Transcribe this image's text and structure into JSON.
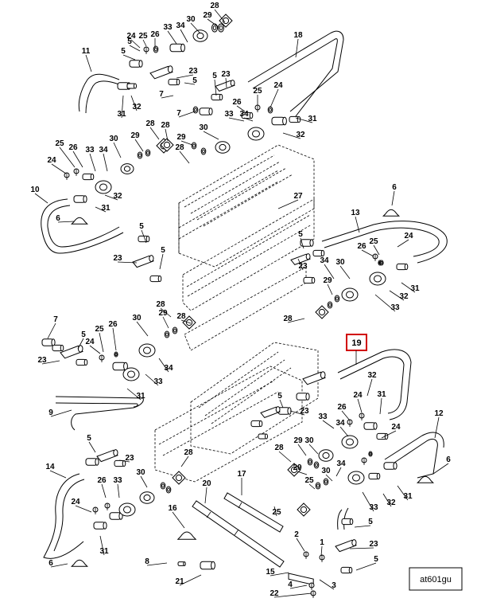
{
  "diagram": {
    "highlight_label": "19",
    "reference_code": "at601gu",
    "callouts": [
      {
        "id": "c-28a",
        "text": "28"
      },
      {
        "id": "c-29a",
        "text": "29"
      },
      {
        "id": "c-30a",
        "text": "30"
      },
      {
        "id": "c-33a",
        "text": "33"
      },
      {
        "id": "c-34a",
        "text": "34"
      },
      {
        "id": "c-5a",
        "text": "5"
      },
      {
        "id": "c-24a",
        "text": "24"
      },
      {
        "id": "c-25a",
        "text": "25"
      },
      {
        "id": "c-26a",
        "text": "26"
      },
      {
        "id": "c-11",
        "text": "11"
      },
      {
        "id": "c-18",
        "text": "18"
      },
      {
        "id": "c-23a",
        "text": "23"
      },
      {
        "id": "c-5b",
        "text": "5"
      },
      {
        "id": "c-7a",
        "text": "7"
      },
      {
        "id": "c-32a",
        "text": "32"
      },
      {
        "id": "c-31a",
        "text": "31"
      },
      {
        "id": "c-5c",
        "text": "5"
      },
      {
        "id": "c-23b",
        "text": "23"
      },
      {
        "id": "c-5d",
        "text": "5"
      },
      {
        "id": "c-24b",
        "text": "24"
      },
      {
        "id": "c-25b",
        "text": "25"
      },
      {
        "id": "c-7b",
        "text": "7"
      },
      {
        "id": "c-26b",
        "text": "26"
      },
      {
        "id": "c-33b",
        "text": "33"
      },
      {
        "id": "c-34b",
        "text": "34"
      },
      {
        "id": "c-31b",
        "text": "31"
      },
      {
        "id": "c-30b",
        "text": "30"
      },
      {
        "id": "c-32b",
        "text": "32"
      },
      {
        "id": "c-28b",
        "text": "28"
      },
      {
        "id": "c-29b",
        "text": "29"
      },
      {
        "id": "c-25c",
        "text": "25"
      },
      {
        "id": "c-26c",
        "text": "26"
      },
      {
        "id": "c-30c",
        "text": "30"
      },
      {
        "id": "c-29c",
        "text": "29"
      },
      {
        "id": "c-28c",
        "text": "28"
      },
      {
        "id": "c-34c",
        "text": "34"
      },
      {
        "id": "c-33c",
        "text": "33"
      },
      {
        "id": "c-24c",
        "text": "24"
      },
      {
        "id": "c-28d",
        "text": "28"
      },
      {
        "id": "c-10",
        "text": "10"
      },
      {
        "id": "c-32c",
        "text": "32"
      },
      {
        "id": "c-6a",
        "text": "6"
      },
      {
        "id": "c-31c",
        "text": "31"
      },
      {
        "id": "c-27",
        "text": "27"
      },
      {
        "id": "c-6b",
        "text": "6"
      },
      {
        "id": "c-13",
        "text": "13"
      },
      {
        "id": "c-5e",
        "text": "5"
      },
      {
        "id": "c-5f",
        "text": "5"
      },
      {
        "id": "c-24d",
        "text": "24"
      },
      {
        "id": "c-25d",
        "text": "25"
      },
      {
        "id": "c-26d",
        "text": "26"
      },
      {
        "id": "c-23c",
        "text": "23"
      },
      {
        "id": "c-5g",
        "text": "5"
      },
      {
        "id": "c-23d",
        "text": "23"
      },
      {
        "id": "c-30d",
        "text": "30"
      },
      {
        "id": "c-34d",
        "text": "34"
      },
      {
        "id": "c-29d",
        "text": "29"
      },
      {
        "id": "c-28e",
        "text": "28"
      },
      {
        "id": "c-31d",
        "text": "31"
      },
      {
        "id": "c-32d",
        "text": "32"
      },
      {
        "id": "c-33d",
        "text": "33"
      },
      {
        "id": "c-28f",
        "text": "28"
      },
      {
        "id": "c-28g",
        "text": "28"
      },
      {
        "id": "c-7c",
        "text": "7"
      },
      {
        "id": "c-5h",
        "text": "5"
      },
      {
        "id": "c-25e",
        "text": "25"
      },
      {
        "id": "c-26e",
        "text": "26"
      },
      {
        "id": "c-30e",
        "text": "30"
      },
      {
        "id": "c-29e",
        "text": "29"
      },
      {
        "id": "c-24e",
        "text": "24"
      },
      {
        "id": "c-23e",
        "text": "23"
      },
      {
        "id": "c-34e",
        "text": "34"
      },
      {
        "id": "c-33e",
        "text": "33"
      },
      {
        "id": "c-31e",
        "text": "31"
      },
      {
        "id": "c-9",
        "text": "9"
      },
      {
        "id": "c-32e",
        "text": "32"
      },
      {
        "id": "c-5i",
        "text": "5"
      },
      {
        "id": "c-23f",
        "text": "23"
      },
      {
        "id": "c-26f",
        "text": "26"
      },
      {
        "id": "c-24f",
        "text": "24"
      },
      {
        "id": "c-31f",
        "text": "31"
      },
      {
        "id": "c-33f",
        "text": "33"
      },
      {
        "id": "c-12",
        "text": "12"
      },
      {
        "id": "c-34f",
        "text": "34"
      },
      {
        "id": "c-30f",
        "text": "30"
      },
      {
        "id": "c-29f",
        "text": "29"
      },
      {
        "id": "c-24g",
        "text": "24"
      },
      {
        "id": "c-5j",
        "text": "5"
      },
      {
        "id": "c-23g",
        "text": "23"
      },
      {
        "id": "c-28h",
        "text": "28"
      },
      {
        "id": "c-14",
        "text": "14"
      },
      {
        "id": "c-6c",
        "text": "6"
      },
      {
        "id": "c-28i",
        "text": "28"
      },
      {
        "id": "c-29g",
        "text": "29"
      },
      {
        "id": "c-34g",
        "text": "34"
      },
      {
        "id": "c-30g",
        "text": "30"
      },
      {
        "id": "c-26g",
        "text": "26"
      },
      {
        "id": "c-33g",
        "text": "33"
      },
      {
        "id": "c-30h",
        "text": "30"
      },
      {
        "id": "c-20",
        "text": "20"
      },
      {
        "id": "c-17",
        "text": "17"
      },
      {
        "id": "c-24h",
        "text": "24"
      },
      {
        "id": "c-16",
        "text": "16"
      },
      {
        "id": "c-33h",
        "text": "33"
      },
      {
        "id": "c-32f",
        "text": "32"
      },
      {
        "id": "c-31g",
        "text": "31"
      },
      {
        "id": "c-5k",
        "text": "5"
      },
      {
        "id": "c-31h",
        "text": "31"
      },
      {
        "id": "c-6d",
        "text": "6"
      },
      {
        "id": "c-2",
        "text": "2"
      },
      {
        "id": "c-1",
        "text": "1"
      },
      {
        "id": "c-23h",
        "text": "23"
      },
      {
        "id": "c-5l",
        "text": "5"
      },
      {
        "id": "c-8",
        "text": "8"
      },
      {
        "id": "c-21",
        "text": "21"
      },
      {
        "id": "c-15",
        "text": "15"
      },
      {
        "id": "c-4",
        "text": "4"
      },
      {
        "id": "c-3",
        "text": "3"
      },
      {
        "id": "c-22",
        "text": "22"
      },
      {
        "id": "c-25f",
        "text": "25"
      },
      {
        "id": "c-25g",
        "text": "25"
      }
    ]
  }
}
